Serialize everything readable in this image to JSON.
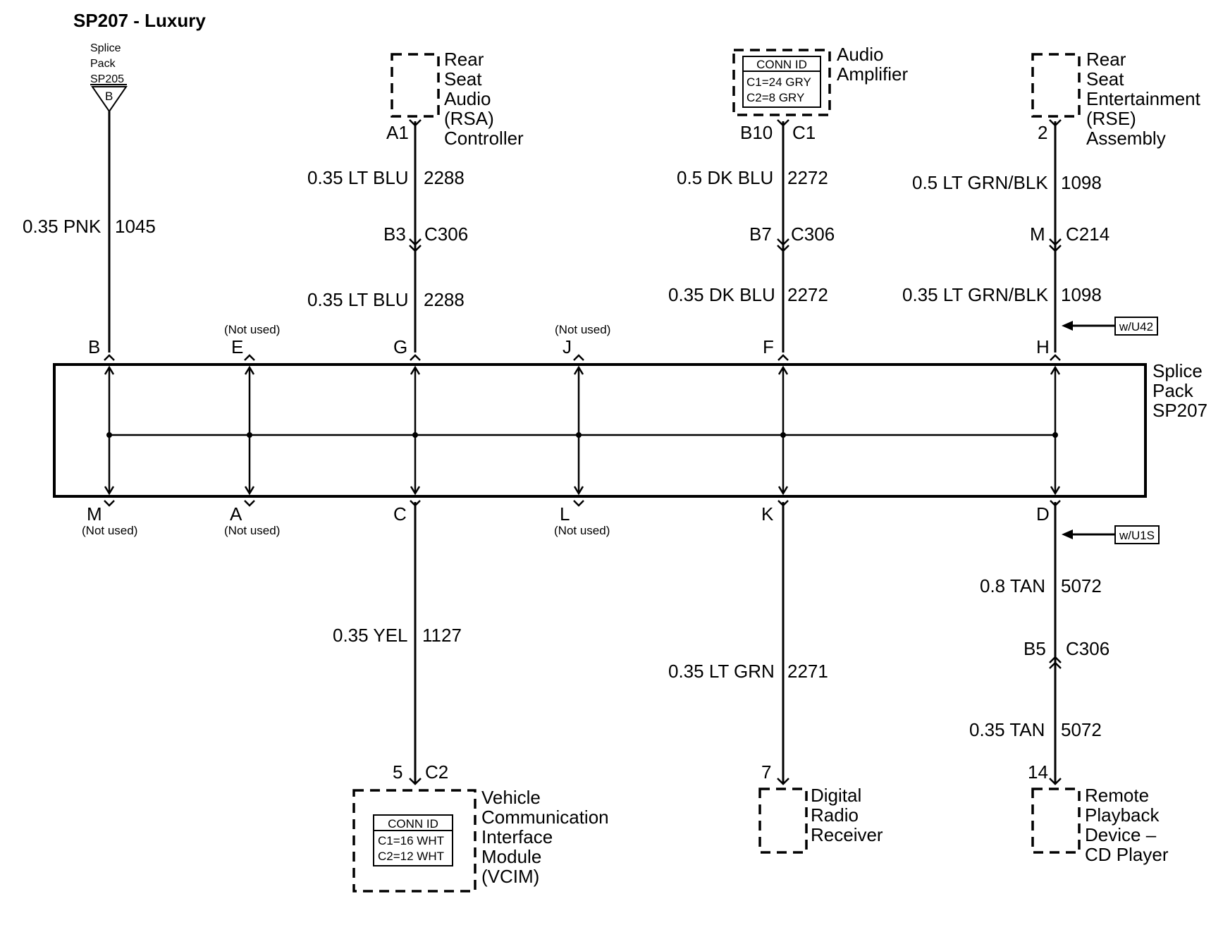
{
  "title": "SP207 - Luxury",
  "splice_pack_ref": {
    "label_lines": [
      "Splice",
      "Pack",
      "SP205"
    ],
    "pin": "B",
    "wire": {
      "gauge_color": "0.35 PNK",
      "circuit": "1045"
    }
  },
  "splice_pack": {
    "label_lines": [
      "Splice",
      "Pack",
      "SP207"
    ],
    "top_pins": {
      "B": "B",
      "E": "E",
      "G": "G",
      "J": "J",
      "F": "F",
      "H": "H",
      "not_used": "(Not used)"
    },
    "bottom_pins": {
      "M": "M",
      "A": "A",
      "C": "C",
      "L": "L",
      "K": "K",
      "D": "D",
      "not_used": "(Not used)"
    }
  },
  "rsa": {
    "name_lines": [
      "Rear",
      "Seat",
      "Audio",
      "(RSA)",
      "Controller"
    ],
    "pin": "A1",
    "wire1": {
      "gauge_color": "0.35 LT BLU",
      "circuit": "2288"
    },
    "connector": {
      "pin": "B3",
      "id": "C306"
    },
    "wire2": {
      "gauge_color": "0.35 LT BLU",
      "circuit": "2288"
    }
  },
  "amp": {
    "name_lines": [
      "Audio",
      "Amplifier"
    ],
    "conn_id": {
      "header": "CONN ID",
      "c1": "C1=24 GRY",
      "c2": "C2=8 GRY"
    },
    "pin": "B10",
    "conn": "C1",
    "wire1": {
      "gauge_color": "0.5 DK BLU",
      "circuit": "2272"
    },
    "connector": {
      "pin": "B7",
      "id": "C306"
    },
    "wire2": {
      "gauge_color": "0.35 DK BLU",
      "circuit": "2272"
    }
  },
  "rse": {
    "name_lines": [
      "Rear",
      "Seat",
      "Entertainment",
      "(RSE)",
      "Assembly"
    ],
    "pin": "2",
    "wire1": {
      "gauge_color": "0.5 LT GRN/BLK",
      "circuit": "1098"
    },
    "connector": {
      "pin": "M",
      "id": "C214"
    },
    "wire2": {
      "gauge_color": "0.35 LT GRN/BLK",
      "circuit": "1098"
    },
    "option": "w/U42"
  },
  "vcim": {
    "name_lines": [
      "Vehicle",
      "Communication",
      "Interface",
      "Module",
      "(VCIM)"
    ],
    "conn_id": {
      "header": "CONN ID",
      "c1": "C1=16 WHT",
      "c2": "C2=12 WHT"
    },
    "pin": "5",
    "conn": "C2",
    "wire": {
      "gauge_color": "0.35 YEL",
      "circuit": "1127"
    }
  },
  "drr": {
    "name_lines": [
      "Digital",
      "Radio",
      "Receiver"
    ],
    "pin": "7",
    "wire": {
      "gauge_color": "0.35 LT GRN",
      "circuit": "2271"
    }
  },
  "rpd": {
    "name_lines": [
      "Remote",
      "Playback",
      "Device –",
      "CD Player"
    ],
    "pin": "14",
    "option": "w/U1S",
    "wire1": {
      "gauge_color": "0.8 TAN",
      "circuit": "5072"
    },
    "connector": {
      "pin": "B5",
      "id": "C306"
    },
    "wire2": {
      "gauge_color": "0.35 TAN",
      "circuit": "5072"
    }
  }
}
